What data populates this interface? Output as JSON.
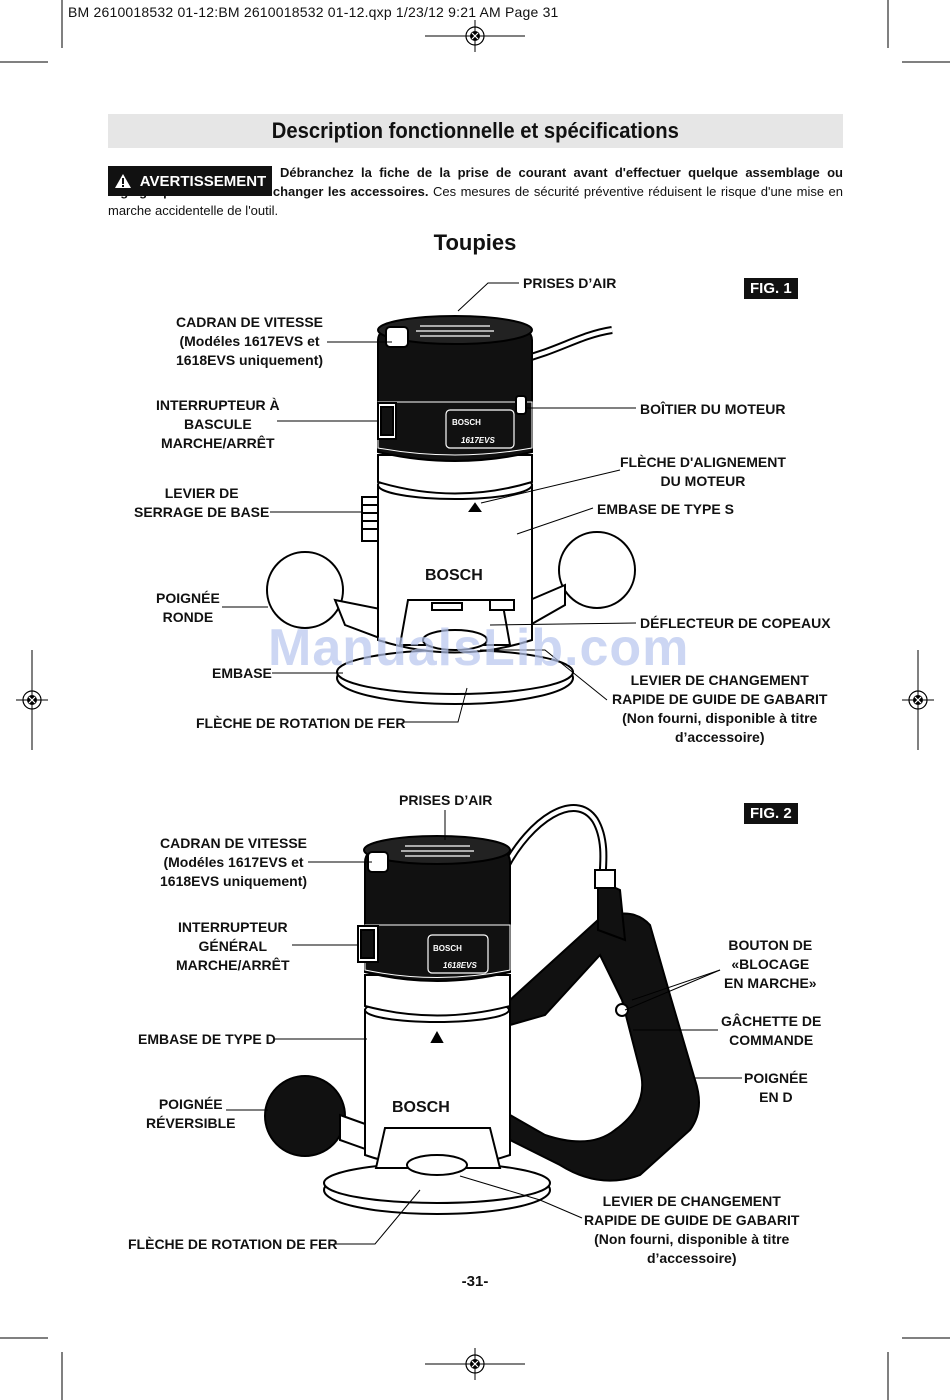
{
  "header_line": "BM 2610018532 01-12:BM 2610018532 01-12.qxp  1/23/12  9:21 AM  Page 31",
  "title": "Description fonctionnelle et spécifications",
  "warning": {
    "badge": "AVERTISSEMENT",
    "bold_text": "Débranchez la fiche de la prise de courant avant d'effectuer quelque assemblage ou réglage que ce soit ou de changer les accessoires.",
    "normal_text": " Ces mesures de sécurité préventive réduisent le risque d'une mise en marche accidentelle de l'outil."
  },
  "section_title": "Toupies",
  "fig1": {
    "tag": "FIG. 1",
    "brand_top": "BOSCH",
    "model": "1617EVS",
    "brand_base": "BOSCH",
    "labels": {
      "air_intake": "PRISES D’AIR",
      "speed_dial": "CADRAN DE VITESSE\n(Modéles 1617EVS et\n1618EVS uniquement)",
      "toggle_switch": "INTERRUPTEUR À\nBASCULE\nMARCHE/ARRÊT",
      "motor_housing": "BOÎTIER DU MOTEUR",
      "alignment_arrow": "FLÈCHE D'ALIGNEMENT\nDU MOTEUR",
      "base_type": "EMBASE DE TYPE S",
      "base_clamp": "LEVIER DE\nSERRAGE DE BASE",
      "round_handle": "POIGNÉE\nRONDE",
      "chip_deflector": "DÉFLECTEUR DE COPEAUX",
      "base": "EMBASE",
      "template_lever": "LEVIER DE CHANGEMENT\nRAPIDE DE GUIDE DE GABARIT\n(Non fourni, disponible à titre\nd’accessoire)",
      "rotation_arrow": "FLÈCHE DE ROTATION DE FER"
    }
  },
  "fig2": {
    "tag": "FIG. 2",
    "brand_top": "BOSCH",
    "model": "1618EVS",
    "brand_base": "BOSCH",
    "labels": {
      "air_intake": "PRISES D’AIR",
      "speed_dial": "CADRAN DE VITESSE\n(Modéles 1617EVS et\n1618EVS uniquement)",
      "main_switch": "INTERRUPTEUR\nGÉNÉRAL\nMARCHE/ARRÊT",
      "lock_button": "BOUTON DE\n«BLOCAGE\nEN MARCHE»",
      "trigger": "GÂCHETTE DE\nCOMMANDE",
      "base_type": "EMBASE DE TYPE D",
      "d_handle": "POIGNÉE\nEN D",
      "reversible_handle": "POIGNÉE\nRÉVERSIBLE",
      "template_lever": "LEVIER DE CHANGEMENT\nRAPIDE DE GUIDE DE GABARIT\n(Non fourni, disponible à titre\nd’accessoire)",
      "rotation_arrow": "FLÈCHE DE ROTATION DE FER"
    }
  },
  "watermark": "ManualsLib.com",
  "page_number": "-31-"
}
